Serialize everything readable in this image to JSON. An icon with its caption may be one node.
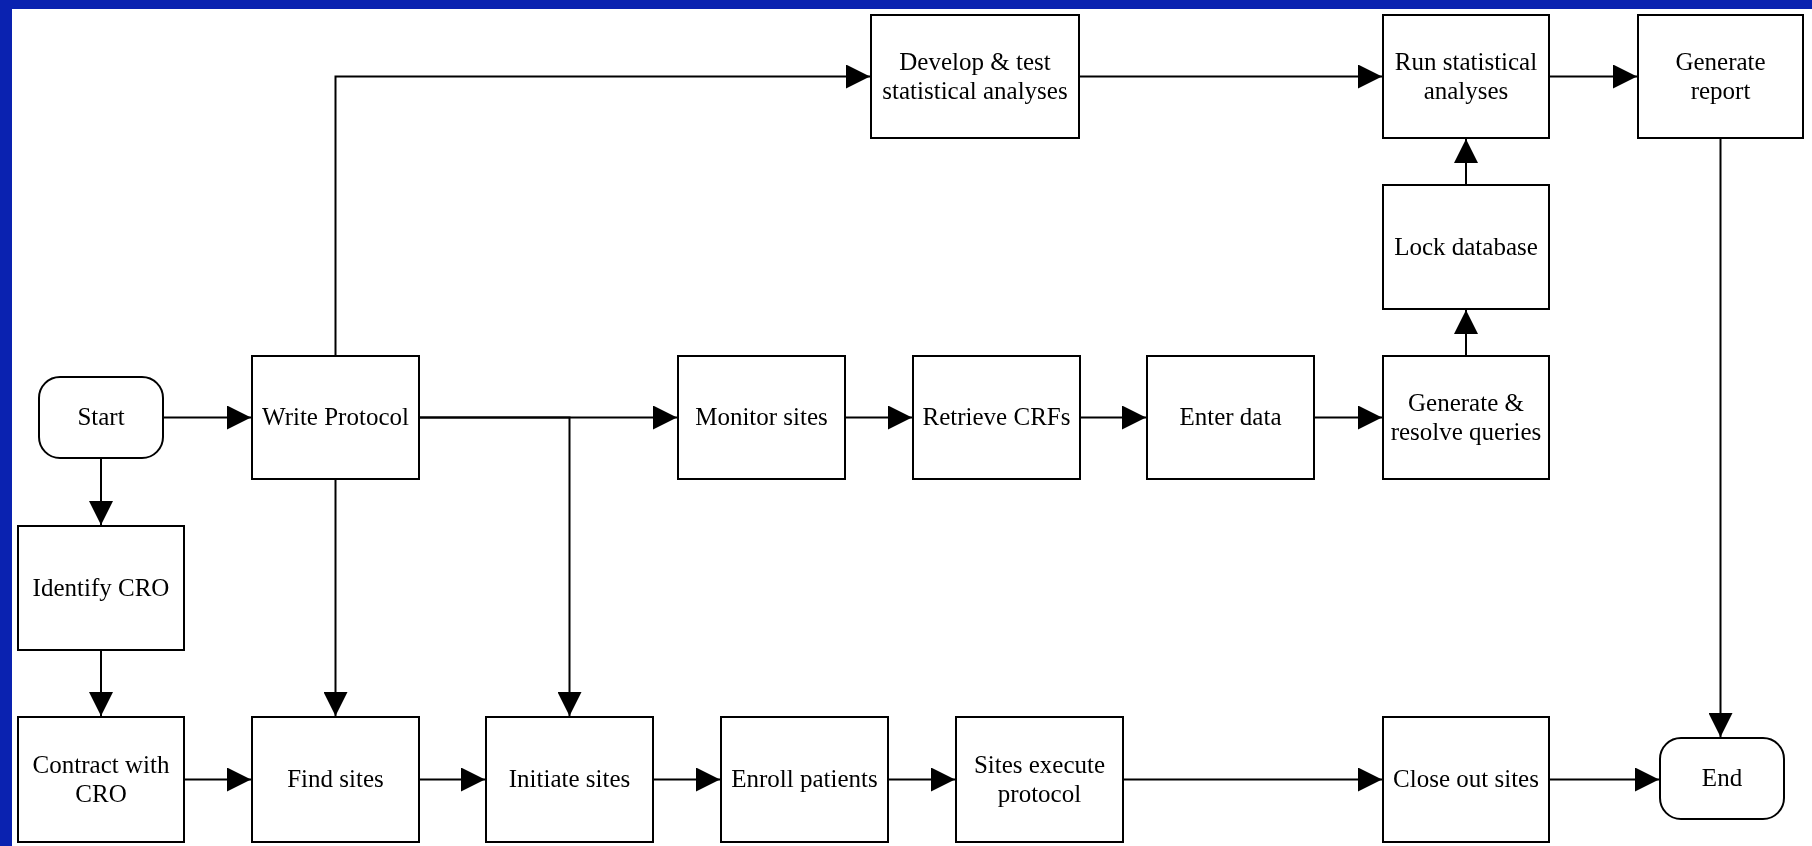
{
  "diagram": {
    "nodes": [
      {
        "text": [
          "Develop & test statistical analyses"
        ]
      },
      {
        "text": [
          "Run statistical analyses"
        ]
      },
      {
        "text": [
          "Generate report"
        ]
      },
      {
        "text": [
          "Lock database"
        ]
      },
      {
        "text": [
          "Start"
        ]
      },
      {
        "text": [
          "Write Protocol"
        ]
      },
      {
        "text": [
          "Monitor sites"
        ]
      },
      {
        "text": [
          "Retrieve CRFs"
        ]
      },
      {
        "text": [
          "Enter data"
        ]
      },
      {
        "text": [
          "Generate & resolve queries"
        ]
      },
      {
        "text": [
          "Identify CRO"
        ]
      },
      {
        "text": [
          "Contract with CRO"
        ]
      },
      {
        "text": [
          "Find sites"
        ]
      },
      {
        "text": [
          "Initiate sites"
        ]
      },
      {
        "text": [
          "Enroll patients"
        ]
      },
      {
        "text": [
          "Sites execute protocol"
        ]
      },
      {
        "text": [
          "Close out sites"
        ]
      },
      {
        "text": [
          "End"
        ]
      }
    ],
    "edges": [
      {
        "from": 4,
        "to": 5,
        "arrow": "to"
      },
      {
        "from": 4,
        "to": 10,
        "arrow": "to"
      },
      {
        "from": 10,
        "to": 11,
        "arrow": "to"
      },
      {
        "from": 11,
        "to": 12,
        "arrow": "to"
      },
      {
        "from": 5,
        "to": 12,
        "arrow": "to"
      },
      {
        "from": 5,
        "to": 0,
        "arrow": "to"
      },
      {
        "from": 5,
        "to": 6,
        "arrow": "to"
      },
      {
        "from": 5,
        "to": 13,
        "arrow": "to"
      },
      {
        "from": 12,
        "to": 13,
        "arrow": "to"
      },
      {
        "from": 13,
        "to": 14,
        "arrow": "to"
      },
      {
        "from": 14,
        "to": 15,
        "arrow": "to"
      },
      {
        "from": 15,
        "to": 16,
        "arrow": "to"
      },
      {
        "from": 16,
        "to": 17,
        "arrow": "to"
      },
      {
        "from": 6,
        "to": 7,
        "arrow": "to"
      },
      {
        "from": 7,
        "to": 8,
        "arrow": "to"
      },
      {
        "from": 8,
        "to": 9,
        "arrow": "to"
      },
      {
        "from": 9,
        "to": 3,
        "arrow": "to"
      },
      {
        "from": 3,
        "to": 1,
        "arrow": "to"
      },
      {
        "from": 0,
        "to": 1,
        "arrow": "to"
      },
      {
        "from": 1,
        "to": 2,
        "arrow": "to"
      },
      {
        "from": 2,
        "to": 17,
        "arrow": "to"
      }
    ]
  }
}
